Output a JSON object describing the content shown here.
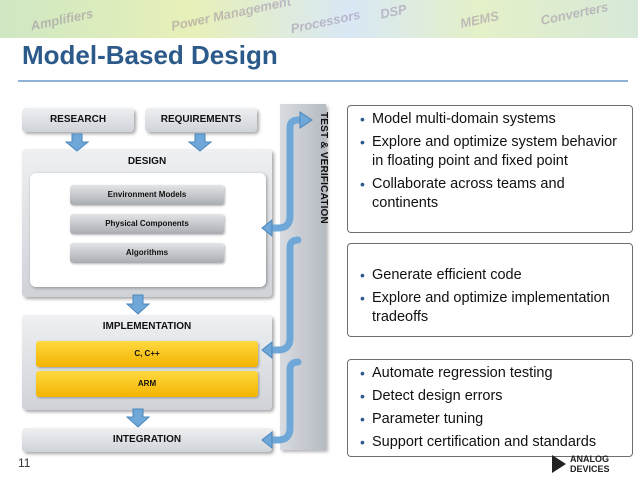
{
  "banner": {
    "words": [
      "Amplifiers",
      "Power Management",
      "Processors",
      "DSP",
      "MEMS",
      "Converters"
    ]
  },
  "slide": {
    "title": "Model-Based Design",
    "page_number": "11"
  },
  "diagram": {
    "research": "RESEARCH",
    "requirements": "REQUIREMENTS",
    "design": {
      "label": "DESIGN",
      "items": [
        "Environment Models",
        "Physical Components",
        "Algorithms"
      ]
    },
    "implementation": {
      "label": "IMPLEMENTATION",
      "items": [
        "C, C++",
        "ARM"
      ]
    },
    "integration": "INTEGRATION",
    "test_verification": "TEST & VERIFICATION"
  },
  "callouts": [
    {
      "bullets": [
        "Model multi-domain systems",
        "Explore and optimize system behavior in floating point and fixed point",
        "Collaborate across teams and continents"
      ]
    },
    {
      "bullets": [
        "Generate efficient code",
        "Explore and optimize implementation tradeoffs"
      ]
    },
    {
      "bullets": [
        "Automate regression testing",
        "Detect design errors",
        "Parameter tuning",
        "Support certification and standards"
      ]
    }
  ],
  "logo": {
    "line1": "ANALOG",
    "line2": "DEVICES"
  },
  "colors": {
    "title": "#2c5a8a",
    "arrow": "#6fa8d8",
    "gold": "#f5bc00"
  }
}
